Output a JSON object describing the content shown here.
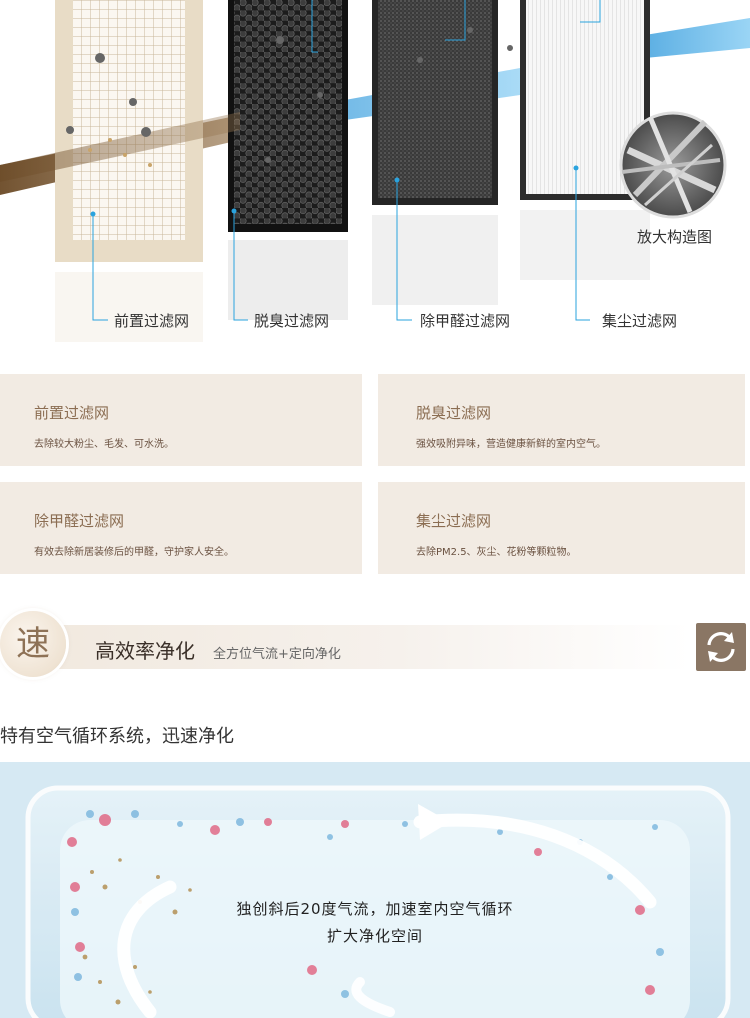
{
  "illustration": {
    "zoom_label": "放大构造图",
    "filter_labels": [
      "前置过滤网",
      "脱臭过滤网",
      "除甲醛过滤网",
      "集尘过滤网"
    ]
  },
  "cards": [
    {
      "title": "前置过滤网",
      "desc": "去除较大粉尘、毛发、可水洗。"
    },
    {
      "title": "脱臭过滤网",
      "desc": "强效吸附异味，营造健康新鲜的室内空气。"
    },
    {
      "title": "除甲醛过滤网",
      "desc": "有效去除新居装修后的甲醛，守护家人安全。"
    },
    {
      "title": "集尘过滤网",
      "desc": "去除PM2.5、灰尘、花粉等颗粒物。"
    }
  ],
  "feature": {
    "badge_char": "速",
    "title": "高效率净化",
    "subtitle": "全方位气流+定向净化",
    "icon": "refresh-cycle-icon"
  },
  "section_heading": "特有空气循环系统，迅速净化",
  "airflow": {
    "line1": "独创斜后20度气流，加速室内空气循环",
    "line2": "扩大净化空间"
  },
  "colors": {
    "leader_blue": "#2aa3de",
    "card_bg": "#f2ebe3",
    "card_title": "#8b6d52",
    "icon_bg": "#8a7664",
    "airflow_bg": "#d6e9f3"
  }
}
